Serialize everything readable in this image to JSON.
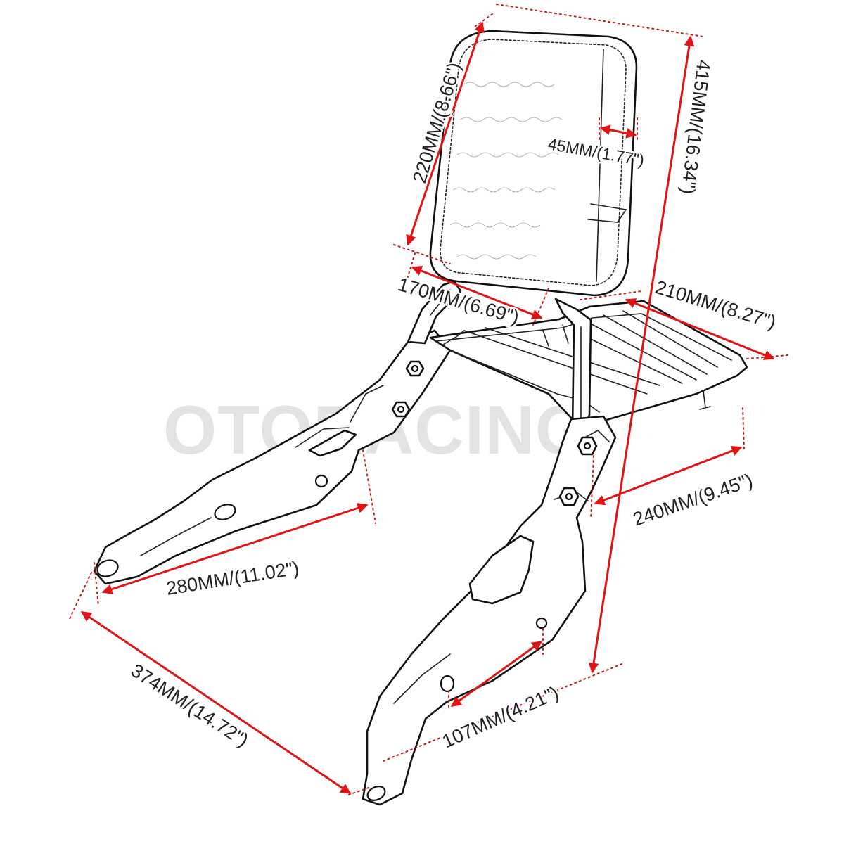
{
  "watermark": "OTORACING",
  "colors": {
    "dimension": "#e01414",
    "outline": "#111111",
    "watermark": "#d8d8d8"
  },
  "dimensions": {
    "pad_height": "220MM/(8.66\")",
    "pad_thickness": "45MM/(1.77\")",
    "total_height": "415MM/(16.34\")",
    "pad_width": "170MM/(6.69\")",
    "rack_width": "210MM/(8.27\")",
    "rack_depth": "240MM/(9.45\")",
    "side_plate_length": "280MM/(11.02\")",
    "bottom_width": "374MM/(14.72\")",
    "hole_spacing": "107MM/(4.21\")"
  }
}
